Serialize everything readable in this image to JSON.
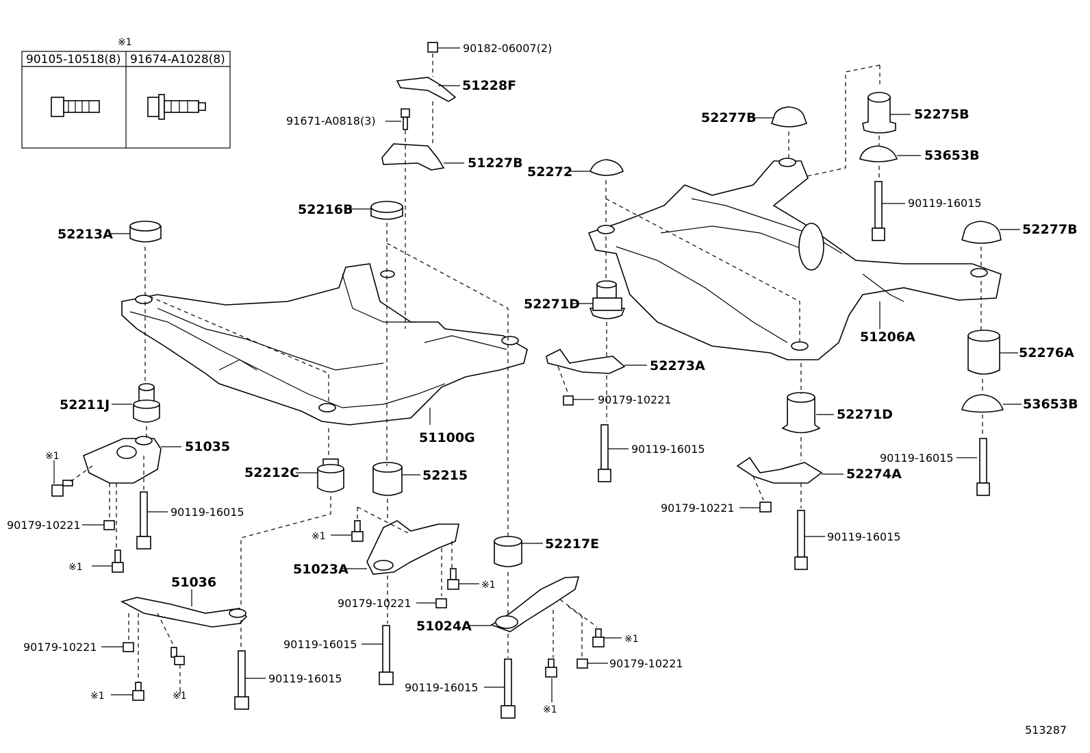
{
  "table": {
    "note_mark": "※1",
    "col1_header": "90105-10518(8)",
    "col2_header": "91674-A1028(8)"
  },
  "labels": {
    "p90182": "90182-06007(2)",
    "p51228F": "51228F",
    "p91671": "91671-A0818(3)",
    "p51227B": "51227B",
    "p52216B": "52216B",
    "p52213A": "52213A",
    "p51100G": "51100G",
    "p52211J": "52211J",
    "p51035": "51035",
    "p52212C": "52212C",
    "p52215": "52215",
    "p51023A": "51023A",
    "p52217E": "52217E",
    "p51036": "51036",
    "p51024A": "51024A",
    "p52277B_top": "52277B",
    "p52275B": "52275B",
    "p53653B_top": "53653B",
    "p52272": "52272",
    "p90119_right_top": "90119-16015",
    "p52277B_right": "52277B",
    "p52271D_left": "52271D",
    "p51206A": "51206A",
    "p52276A": "52276A",
    "p52273A": "52273A",
    "p90179_mid": "90179-10221",
    "p52271D_right": "52271D",
    "p53653B_right": "53653B",
    "p90119_mid": "90119-16015",
    "p90119_right": "90119-16015",
    "p52274A": "52274A",
    "p90179_right": "90179-10221",
    "p90119_right_low": "90119-16015",
    "p90179_left": "90179-10221",
    "p90119_left": "90119-16015",
    "p90179_center": "90179-10221",
    "p90179_bl": "90179-10221",
    "p90119_bl": "90119-16015",
    "p90119_bc": "90119-16015",
    "p90119_bc2": "90119-16015",
    "p90179_br": "90179-10221",
    "mark": "※1",
    "ref_code": "513287"
  }
}
